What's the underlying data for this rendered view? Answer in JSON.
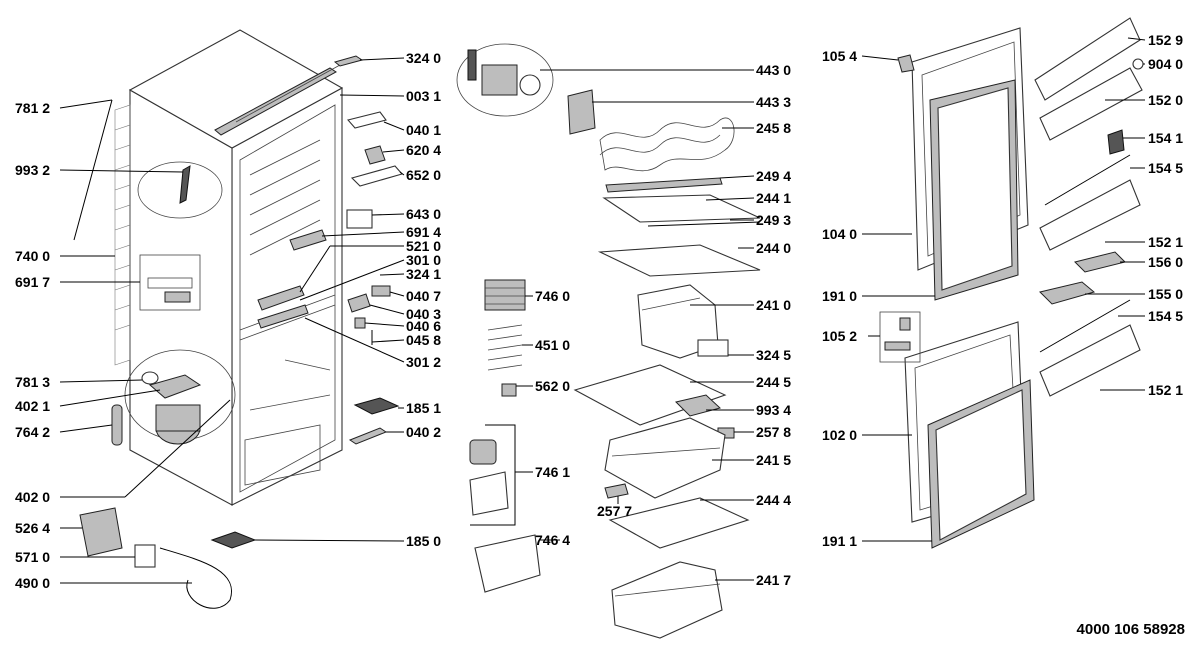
{
  "reference_number": "4000 106 58928",
  "part_labels": [
    {
      "code": "324 0"
    },
    {
      "code": "003 1"
    },
    {
      "code": "040 1"
    },
    {
      "code": "620 4"
    },
    {
      "code": "652 0"
    },
    {
      "code": "643 0"
    },
    {
      "code": "691 4"
    },
    {
      "code": "521 0"
    },
    {
      "code": "301 0"
    },
    {
      "code": "324 1"
    },
    {
      "code": "040 7"
    },
    {
      "code": "040 3"
    },
    {
      "code": "040 6"
    },
    {
      "code": "045 8"
    },
    {
      "code": "301 2"
    },
    {
      "code": "185 1"
    },
    {
      "code": "040 2"
    },
    {
      "code": "185 0"
    },
    {
      "code": "781 2"
    },
    {
      "code": "993 2"
    },
    {
      "code": "740 0"
    },
    {
      "code": "691 7"
    },
    {
      "code": "781 3"
    },
    {
      "code": "402 1"
    },
    {
      "code": "764 2"
    },
    {
      "code": "402 0"
    },
    {
      "code": "526 4"
    },
    {
      "code": "571 0"
    },
    {
      "code": "490 0"
    },
    {
      "code": "443 0"
    },
    {
      "code": "443 3"
    },
    {
      "code": "245 8"
    },
    {
      "code": "249 4"
    },
    {
      "code": "244 1"
    },
    {
      "code": "249 3"
    },
    {
      "code": "244 0"
    },
    {
      "code": "746 0"
    },
    {
      "code": "241 0"
    },
    {
      "code": "451 0"
    },
    {
      "code": "324 5"
    },
    {
      "code": "562 0"
    },
    {
      "code": "244 5"
    },
    {
      "code": "993 4"
    },
    {
      "code": "257 8"
    },
    {
      "code": "746 1"
    },
    {
      "code": "241 5"
    },
    {
      "code": "257 7"
    },
    {
      "code": "244 4"
    },
    {
      "code": "746 4"
    },
    {
      "code": "241 7"
    },
    {
      "code": "105 4"
    },
    {
      "code": "152 9"
    },
    {
      "code": "904 0"
    },
    {
      "code": "152 0"
    },
    {
      "code": "154 1"
    },
    {
      "code": "154 5"
    },
    {
      "code": "104 0"
    },
    {
      "code": "152 1"
    },
    {
      "code": "156 0"
    },
    {
      "code": "191 0"
    },
    {
      "code": "155 0"
    },
    {
      "code": "105 2"
    },
    {
      "code": "154 5"
    },
    {
      "code": "152 1"
    },
    {
      "code": "102 0"
    },
    {
      "code": "191 1"
    }
  ]
}
